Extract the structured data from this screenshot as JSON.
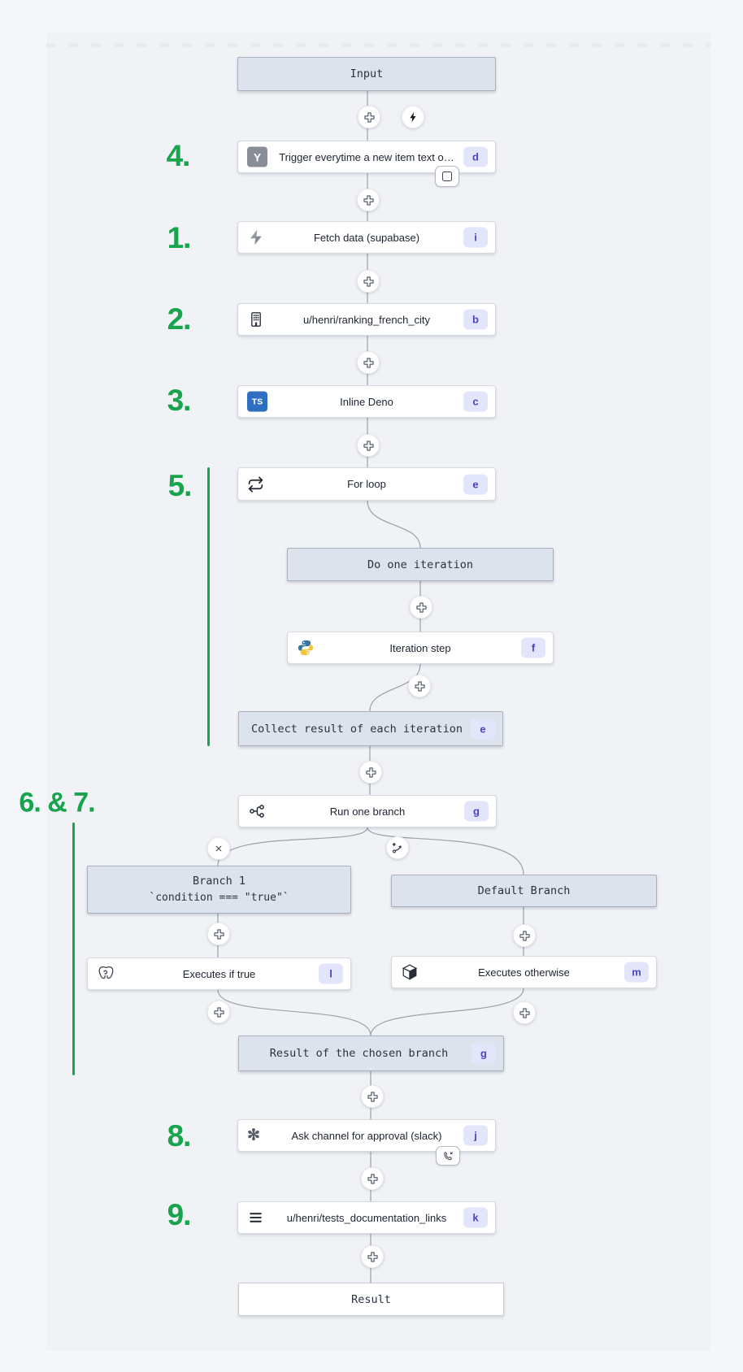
{
  "colors": {
    "annotation_green": "#17a44c",
    "badge_bg": "#e3e6fb",
    "badge_text": "#4a43c8",
    "container_bg": "#dde3ec",
    "step_bg": "#ffffff",
    "canvas_bg": "#f0f2f6",
    "connector_gray": "#9aa0aa",
    "ts_blue": "#2f6fc1",
    "trigger_icon_gray": "#888d97",
    "python_blue": "#3873a3",
    "python_yellow": "#f2c53f"
  },
  "annotations": {
    "items": [
      {
        "label": "4."
      },
      {
        "label": "1."
      },
      {
        "label": "2."
      },
      {
        "label": "3."
      },
      {
        "label": "5."
      },
      {
        "label": "6. & 7."
      },
      {
        "label": "8."
      },
      {
        "label": "9."
      }
    ]
  },
  "icons": {
    "trigger": "hackernews-y-icon",
    "fetch": "supabase-bolt-icon",
    "ranking": "building-icon",
    "deno": "typescript-icon",
    "forloop": "repeat-loop-icon",
    "iteration_step": "python-icon",
    "run_branch": "git-fork-icon",
    "exec_true": "postgresql-elephant-icon",
    "exec_otherwise": "cube-icon",
    "slack": "slack-asterisk-icon",
    "tests": "hamburger-lines-icon",
    "misc": [
      "plus-icon",
      "lightning-bolt-icon",
      "close-x-icon",
      "add-branch-icon",
      "early-stop-icon",
      "suspend-phone-icon"
    ]
  },
  "nodes": {
    "input": {
      "label": "Input"
    },
    "trigger": {
      "label": "Trigger everytime a new item text o…",
      "badge": "d",
      "icon_letter": "Y"
    },
    "fetch": {
      "label": "Fetch data (supabase)",
      "badge": "i"
    },
    "ranking": {
      "label": "u/henri/ranking_french_city",
      "badge": "b"
    },
    "deno": {
      "label": "Inline Deno",
      "badge": "c",
      "icon_letter": "TS"
    },
    "forloop": {
      "label": "For loop",
      "badge": "e"
    },
    "do_iteration": {
      "label": "Do one iteration"
    },
    "iteration_step": {
      "label": "Iteration step",
      "badge": "f"
    },
    "collect": {
      "label": "Collect result of each iteration",
      "badge": "e"
    },
    "run_branch": {
      "label": "Run one branch",
      "badge": "g"
    },
    "branch1": {
      "title": "Branch 1",
      "condition": "`condition === \"true\"`"
    },
    "default_branch": {
      "label": "Default Branch"
    },
    "exec_true": {
      "label": "Executes if true",
      "badge": "l"
    },
    "exec_otherwise": {
      "label": "Executes otherwise",
      "badge": "m"
    },
    "result_branch": {
      "label": "Result of the chosen branch",
      "badge": "g"
    },
    "slack": {
      "label": "Ask channel for approval (slack)",
      "badge": "j"
    },
    "tests": {
      "label": "u/henri/tests_documentation_links",
      "badge": "k"
    },
    "result": {
      "label": "Result"
    }
  }
}
